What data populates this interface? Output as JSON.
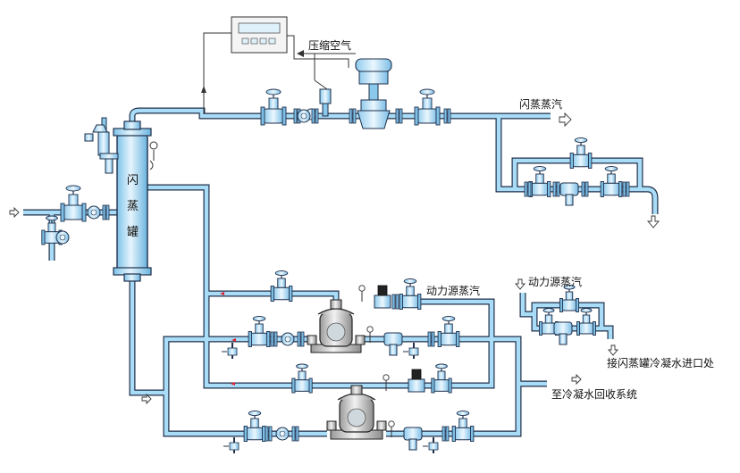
{
  "labels": {
    "compressed_air": "压缩空气",
    "flash_steam": "闪蒸蒸汽",
    "flash_tank_chars": [
      "闪",
      "蒸",
      "罐"
    ],
    "motive_steam_1": "动力源蒸汽",
    "motive_steam_2": "动力源蒸汽",
    "to_flash_tank": "接闪蒸罐冷凝水进口处",
    "to_recovery": "至冷凝水回收系统"
  },
  "colors": {
    "pipe_outline": "#1f2f4a",
    "pipe_fill": "#a9dcf6",
    "vessel_fill": "#b6e2f8",
    "valve_fill": "#cde8f6",
    "pump_fill": "#d9d9d9"
  }
}
